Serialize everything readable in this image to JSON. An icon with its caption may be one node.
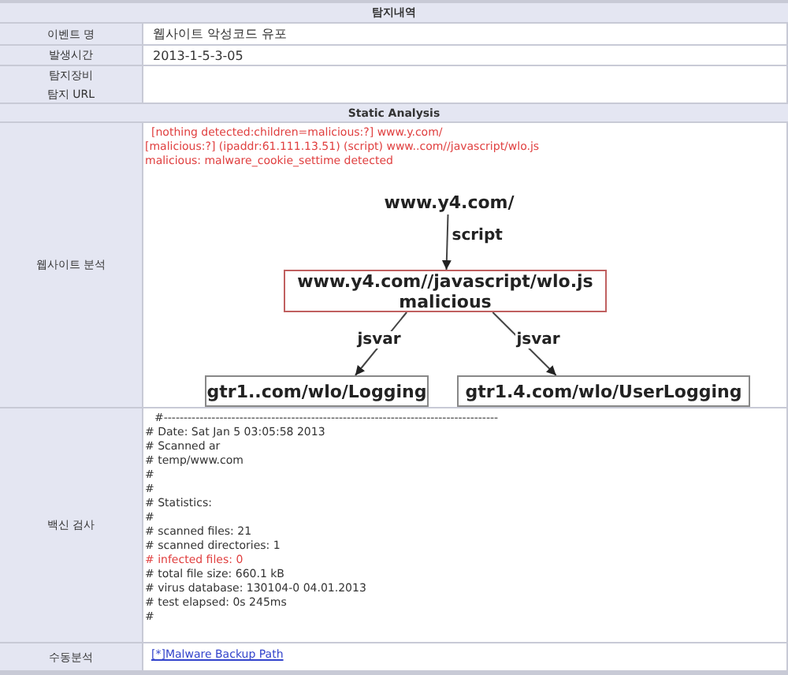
{
  "diagram": {
    "nodes": [
      {
        "text": [
          "www.y4.com/"
        ]
      },
      {
        "text": [
          "www.y4.com//javascript/wlo.js",
          "malicious"
        ]
      },
      {
        "text": [
          "gtr1..com/wlo/Logging"
        ]
      },
      {
        "text": [
          "gtr1.4.com/wlo/UserLogging"
        ]
      }
    ],
    "edges": [
      {
        "from": 0,
        "to": 1,
        "arrow": "to",
        "label": "script"
      },
      {
        "from": 1,
        "to": 2,
        "arrow": "to",
        "label": "jsvar"
      },
      {
        "from": 1,
        "to": 3,
        "arrow": "to",
        "label": "jsvar"
      }
    ],
    "labels": [
      "탐지내역",
      "이벤트 명",
      "웹사이트 악성코드 유포",
      "발생시간",
      "2013-1-5-3-05",
      "탐지장비",
      "탐지 URL",
      "Static Analysis",
      "웹사이트 분석",
      "[nothing detected:children=malicious:?] www.y.com/",
      "[malicious:?] (ipaddr:61.111.13.51) (script) www..com//javascript/wlo.js",
      "malicious: malware_cookie_settime detected",
      "백신 검사",
      "#------------------------------------------------------------------------------------",
      "# Date: Sat Jan 5 03:05:58 2013",
      "# Scanned ar",
      "# temp/www.com",
      "#",
      "#",
      "# Statistics:",
      "#",
      "# scanned files: 21",
      "# scanned directories: 1",
      "# infected files: 0",
      "# total file size: 660.1 kB",
      "# virus database: 130104-0 04.01.2013",
      "# test elapsed: 0s 245ms",
      "#",
      "수동분석",
      "[*]Malware Backup Path"
    ]
  }
}
